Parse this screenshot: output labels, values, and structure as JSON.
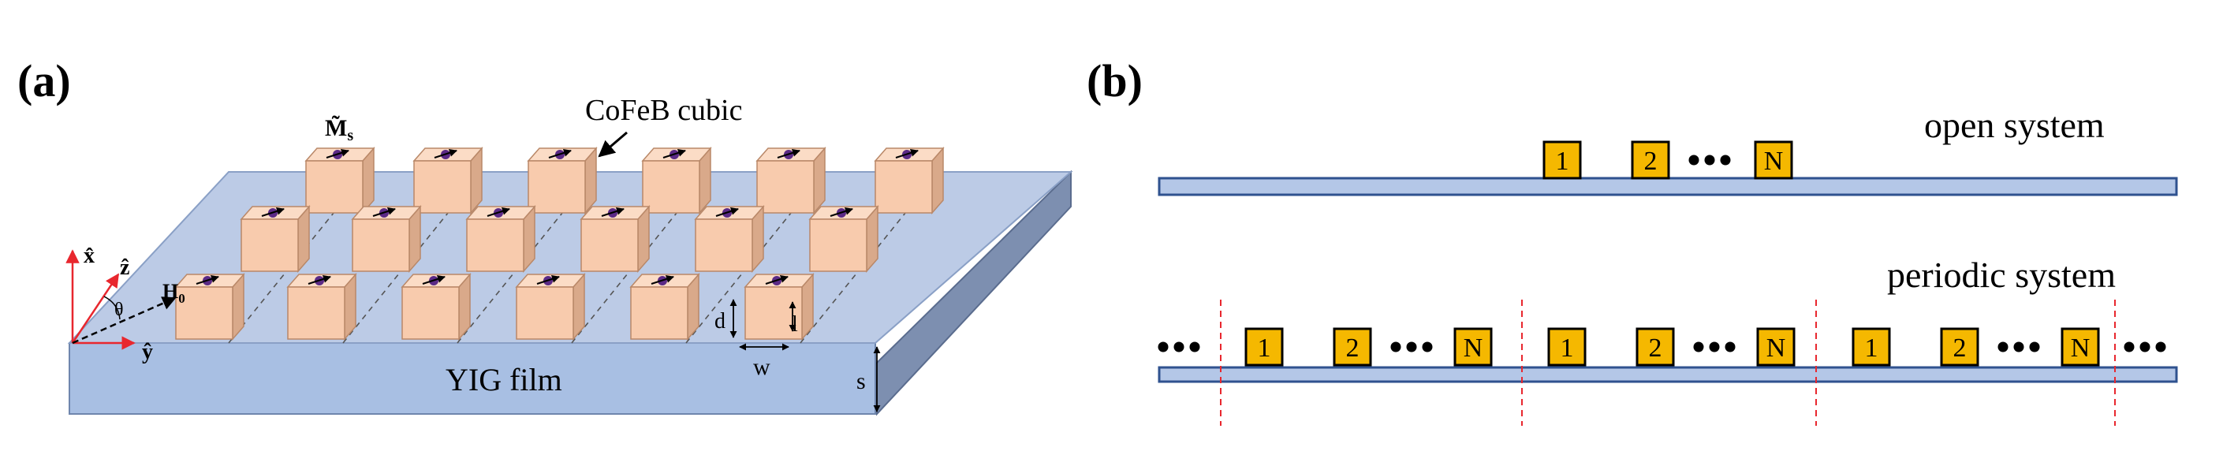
{
  "panel_a": {
    "label": "(a)",
    "film_label": "YIG film",
    "cube_label": "CoFeB cubic",
    "magnetization_label": "M̃",
    "magnetization_sub": "s",
    "axis_x": "x̂",
    "axis_y": "ŷ",
    "axis_z": "ẑ",
    "field_label": "H",
    "field_sub": "0",
    "angle_label": "θ",
    "dim_d": "d",
    "dim_l": "l",
    "dim_w": "w",
    "dim_s": "s"
  },
  "panel_b": {
    "label": "(b)",
    "open_title": "open system",
    "periodic_title": "periodic system",
    "open_boxes": [
      "1",
      "2",
      "N"
    ],
    "periodic_cells": [
      {
        "boxes": [
          "1",
          "2",
          "N"
        ]
      },
      {
        "boxes": [
          "1",
          "2",
          "N"
        ]
      },
      {
        "boxes": [
          "1",
          "2",
          "N"
        ]
      }
    ]
  },
  "colors": {
    "film_top": "#bccbe6",
    "film_front": "#a8bfe3",
    "film_side": "#7d8fb0",
    "cube_front": "#f8cbad",
    "cube_top": "#fbdcc6",
    "cube_side": "#d9a98a",
    "box_fill": "#f5b800",
    "strip_fill": "#b4c7e7",
    "strip_stroke": "#2f528f",
    "axis_red": "#e8272e",
    "separator_red": "#e8272e",
    "dot_purple": "#5b2a86"
  }
}
